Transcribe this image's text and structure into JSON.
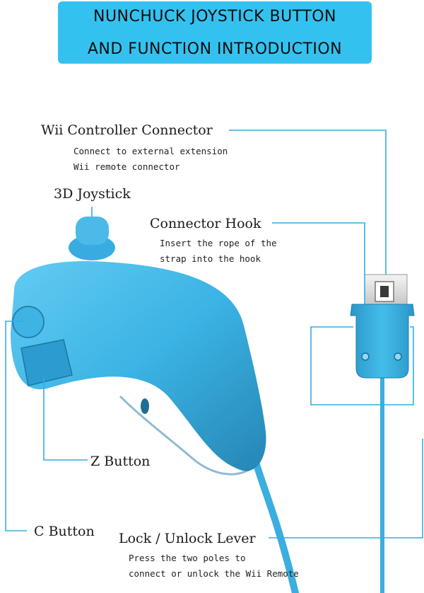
{
  "title": {
    "line1": "NUNCHUCK JOYSTICK BUTTON",
    "line2": "AND FUNCTION INTRODUCTION"
  },
  "callouts": {
    "connector": {
      "label": "Wii Controller Connector",
      "desc1": "Connect to external extension",
      "desc2": "Wii remote connector"
    },
    "joystick": {
      "label": "3D Joystick"
    },
    "hook": {
      "label": "Connector Hook",
      "desc1": "Insert the rope of the",
      "desc2": "strap into the hook"
    },
    "z_button": {
      "label": "Z Button"
    },
    "c_button": {
      "label": "C Button"
    },
    "lock": {
      "label": "Lock / Unlock Lever",
      "desc1": "Press the two poles to",
      "desc2": "connect or unlock the Wii Remote"
    }
  },
  "colors": {
    "banner": "#33c2ef",
    "leader_line": "#33aee0",
    "device_body": "#3bb3e4",
    "device_shadow": "#2586b4"
  }
}
